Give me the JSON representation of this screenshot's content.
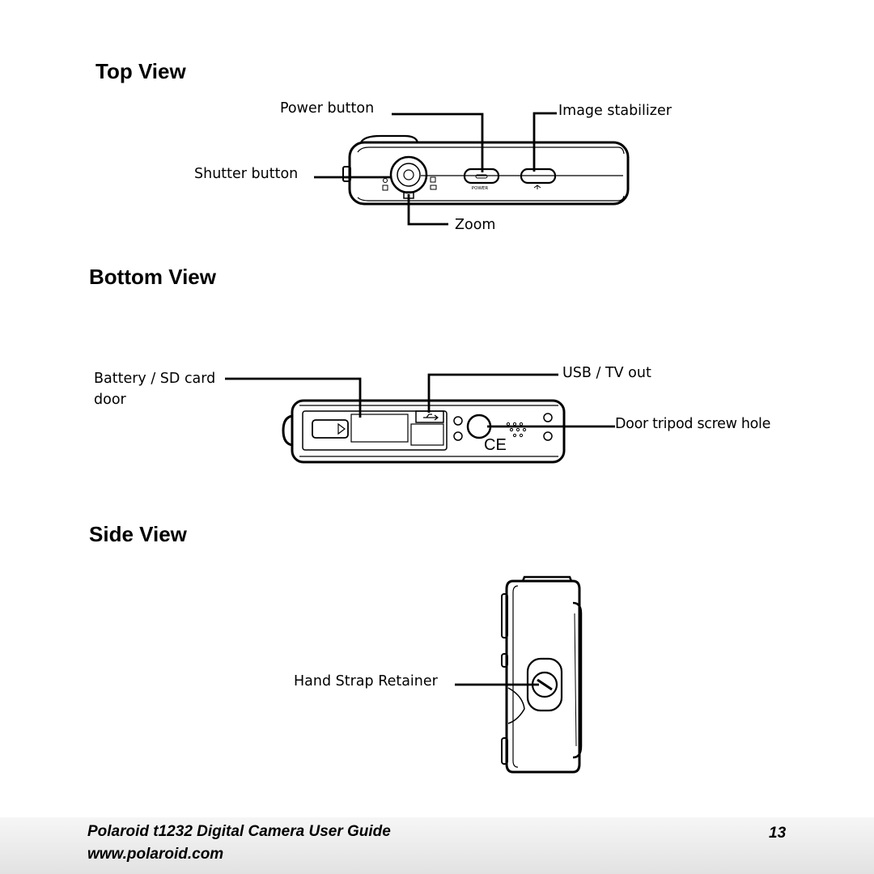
{
  "sections": {
    "top": {
      "title": "Top View",
      "labels": {
        "power_button": "Power button",
        "image_stabilizer": "Image stabilizer",
        "shutter_button": "Shutter button",
        "zoom": "Zoom"
      },
      "embossed": {
        "power": "POWER"
      }
    },
    "bottom": {
      "title": "Bottom View",
      "labels": {
        "battery_door_line1": "Battery / SD card",
        "battery_door_line2": "door",
        "usb_tv_out": "USB / TV out",
        "tripod_hole": "Door tripod screw hole"
      },
      "embossed": {
        "ce_mark": "CE"
      }
    },
    "side": {
      "title": "Side View",
      "labels": {
        "hand_strap": "Hand Strap Retainer"
      }
    }
  },
  "footer": {
    "guide_title": "Polaroid t1232 Digital Camera User Guide",
    "url": "www.polaroid.com",
    "page_number": "13"
  }
}
